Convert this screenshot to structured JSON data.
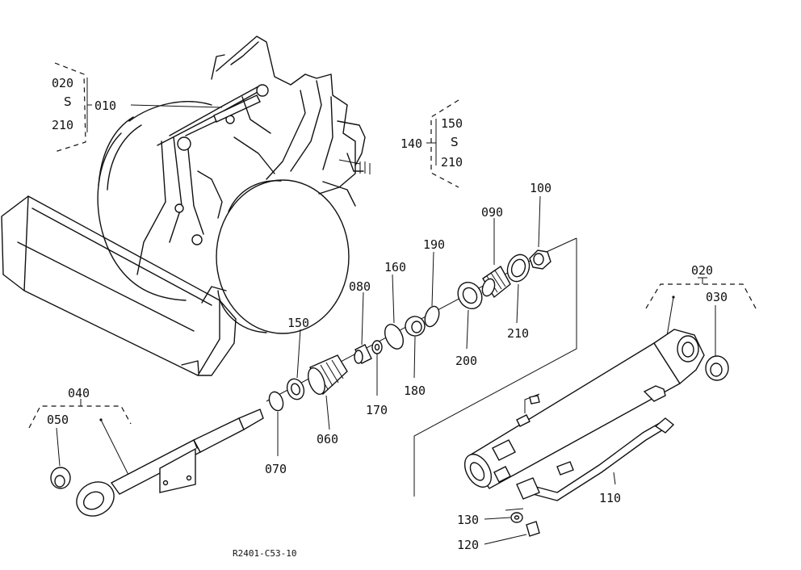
{
  "diagram_code": "R2401-C53-10",
  "range_symbol": "S",
  "labels": {
    "p010": "010",
    "p020_range_start": "020",
    "p210_range_end": "210",
    "p140": "140",
    "p150_range_start": "150",
    "p210_range_end_b": "210",
    "p100": "100",
    "p090": "090",
    "p190": "190",
    "p160": "160",
    "p080": "080",
    "p150": "150",
    "p200": "200",
    "p210": "210",
    "p180": "180",
    "p170": "170",
    "p060": "060",
    "p070": "070",
    "p040": "040",
    "p050": "050",
    "p020": "020",
    "p030": "030",
    "p110": "110",
    "p130": "130",
    "p120": "120"
  }
}
